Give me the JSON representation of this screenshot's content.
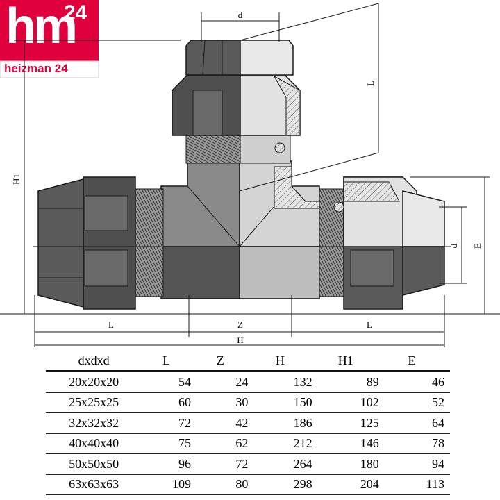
{
  "logo": {
    "main": "hm",
    "superscript": "24",
    "subtitle": "heizman 24",
    "colors": {
      "background": "#e0003c",
      "text": "#ffffff",
      "subtitle": "#e0003c"
    }
  },
  "drawing": {
    "dimension_labels": {
      "top_d": "d",
      "right_L": "L",
      "left_H1": "H1",
      "right_d": "d",
      "right_E": "E",
      "bottom_L_left": "L",
      "bottom_Z": "Z",
      "bottom_L_right": "L",
      "bottom_H": "H"
    },
    "colors": {
      "dark_metal": "#4f4f4f",
      "mid_metal": "#8a8a8a",
      "light_metal": "#d2d2d2",
      "line": "#1a1a1a"
    }
  },
  "table": {
    "headers": [
      "dxdxd",
      "L",
      "Z",
      "H",
      "H1",
      "E"
    ],
    "rows": [
      [
        "20x20x20",
        "54",
        "24",
        "132",
        "89",
        "46"
      ],
      [
        "25x25x25",
        "60",
        "30",
        "150",
        "102",
        "52"
      ],
      [
        "32x32x32",
        "72",
        "42",
        "186",
        "125",
        "64"
      ],
      [
        "40x40x40",
        "75",
        "62",
        "212",
        "146",
        "78"
      ],
      [
        "50x50x50",
        "96",
        "72",
        "264",
        "180",
        "94"
      ],
      [
        "63x63x63",
        "109",
        "80",
        "298",
        "204",
        "113"
      ]
    ]
  }
}
